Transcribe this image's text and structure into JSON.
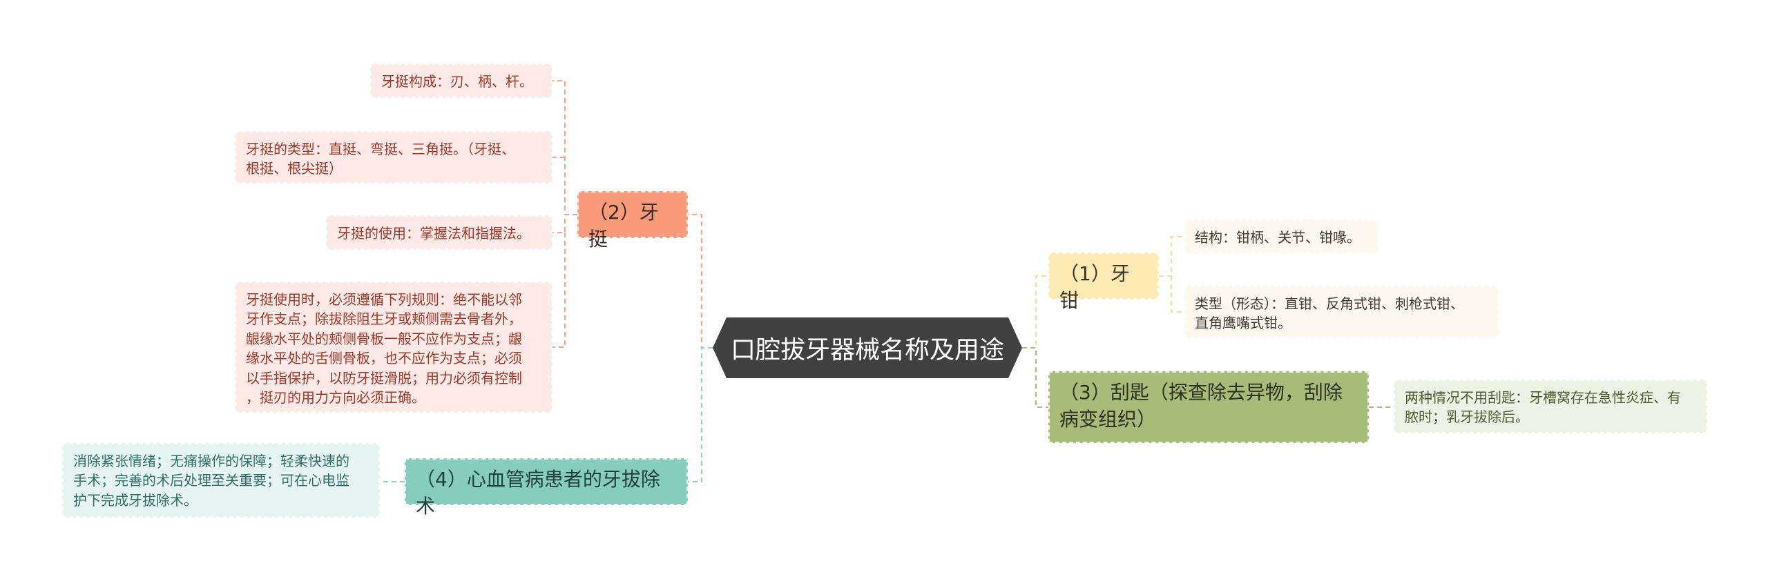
{
  "center": {
    "title": "口腔拔牙器械名称及用途"
  },
  "branches": {
    "forceps": {
      "label": "（1）牙钳",
      "details": [
        "结构：钳柄、关节、钳喙。",
        "类型（形态）：直钳、反角式钳、刺枪式钳、",
        "直角鹰嘴式钳。"
      ]
    },
    "elevator": {
      "label": "（2）牙挺",
      "details": [
        "牙挺构成：刃、柄、杆。",
        [
          "牙挺的类型：直挺、弯挺、三角挺。（牙挺、",
          "根挺、根尖挺）"
        ],
        "牙挺的使用：掌握法和指握法。",
        [
          "牙挺使用时，必须遵循下列规则：绝不能以邻",
          "牙作支点；除拔除阻生牙或颊侧需去骨者外，",
          "龈缘水平处的颊侧骨板一般不应作为支点；龈",
          "缘水平处的舌侧骨板，也不应作为支点；必须",
          "以手指保护，以防牙挺滑脱；用力必须有控制",
          "，挺刃的用力方向必须正确。"
        ]
      ]
    },
    "curette": {
      "label": [
        "（3）刮匙（探查除去异物，刮除",
        "病变组织）"
      ],
      "details": [
        [
          "两种情况不用刮匙：牙槽窝存在急性炎症、有",
          "脓时；乳牙拔除后。"
        ]
      ]
    },
    "cardiac": {
      "label": "（4）心血管病患者的牙拔除术",
      "details": [
        [
          "消除紧张情绪；无痛操作的保障；轻柔快速的",
          "手术；完善的术后处理至关重要；可在心电监",
          "护下完成牙拔除术。"
        ]
      ]
    }
  },
  "colors": {
    "center": "#404040",
    "elevator": "#f99a7b",
    "forceps": "#fde9b2",
    "curette": "#a6bc78",
    "cardiac": "#86cdbd",
    "elevator_line": "#f4a58c",
    "forceps_line": "#f3dca0",
    "curette_line": "#a9bd7f",
    "cardiac_line": "#8ed0c1"
  }
}
